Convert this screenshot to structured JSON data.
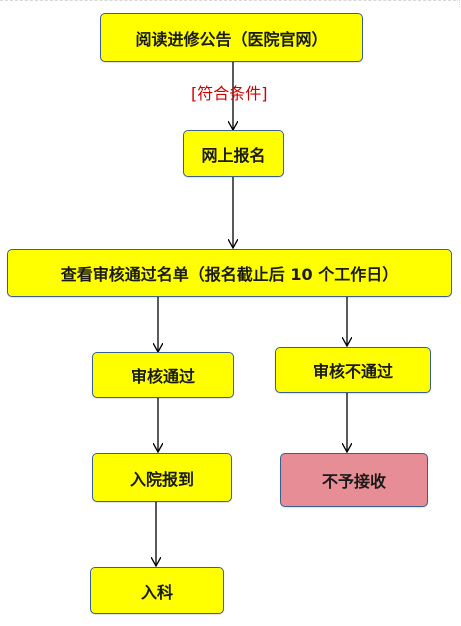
{
  "diagram": {
    "nodes": {
      "announcement": "阅读进修公告（医院官网）",
      "online_registration": "网上报名",
      "check_list": "查看审核通过名单（报名截止后 10 个工作日）",
      "approved": "审核通过",
      "rejected": "审核不通过",
      "hospital_checkin": "入院报到",
      "not_accepted": "不予接收",
      "department_entry": "入科"
    },
    "edge_labels": {
      "qualified": "[符合条件]"
    },
    "colors": {
      "node_fill": "#ffff00",
      "reject_fill": "#e78d96",
      "node_border": "#3c5f91",
      "condition_text": "#d10000"
    }
  }
}
